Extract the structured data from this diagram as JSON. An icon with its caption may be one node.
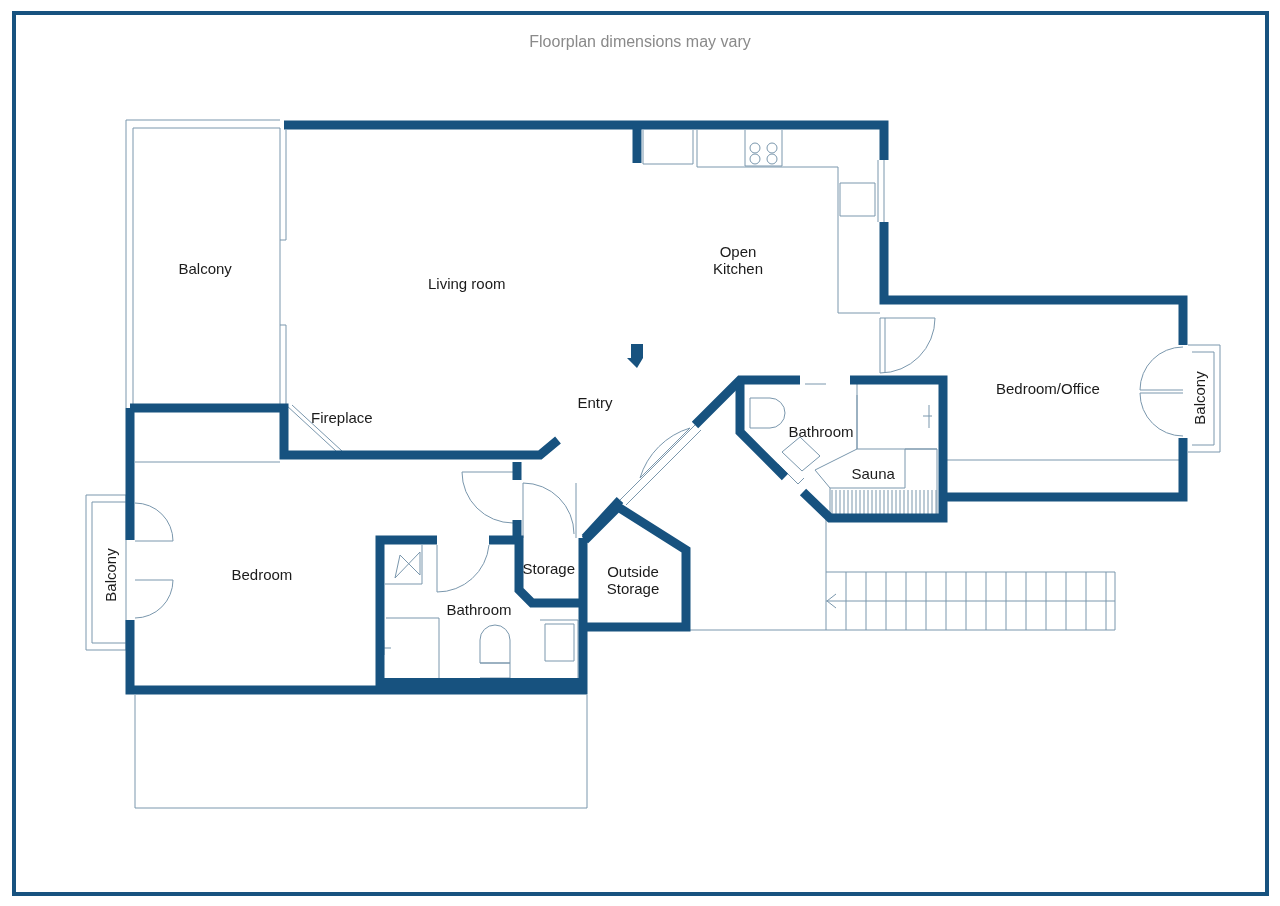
{
  "diagram": {
    "title": "Floorplan dimensions may vary",
    "labels": [
      "Balcony",
      "Living room",
      "Open Kitchen",
      "Fireplace",
      "Entry",
      "Bathroom",
      "Sauna",
      "Bedroom/Office",
      "Balcony",
      "Bedroom",
      "Balcony",
      "Storage",
      "Outside Storage",
      "Bathroom"
    ]
  }
}
